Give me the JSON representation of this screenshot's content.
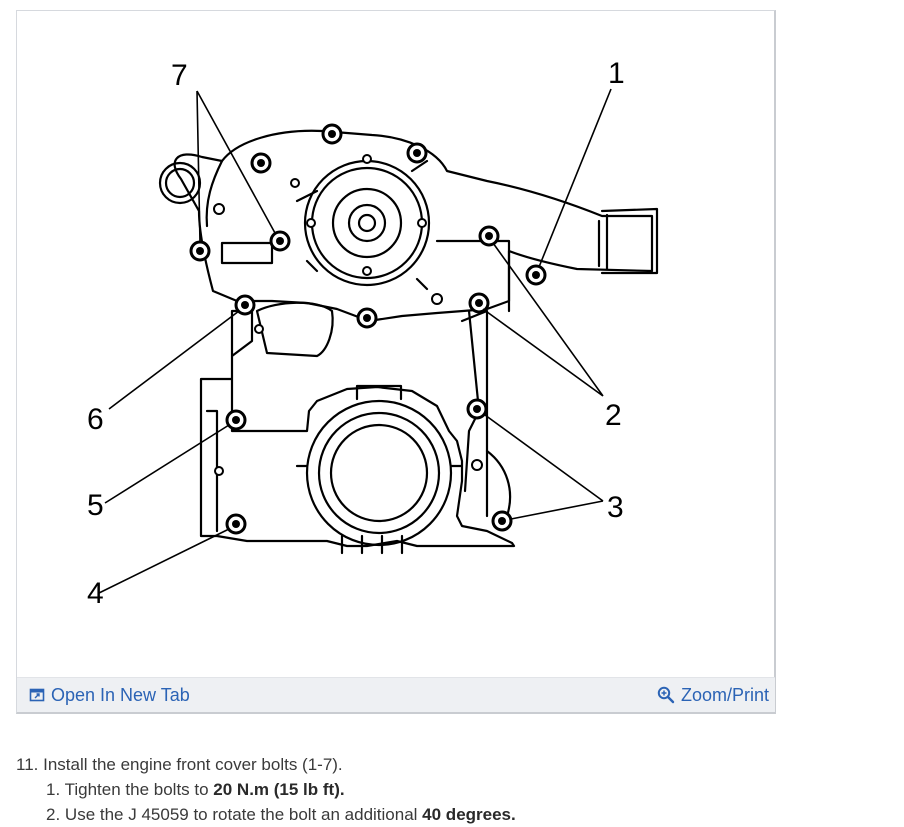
{
  "figure": {
    "callouts": [
      "1",
      "2",
      "3",
      "4",
      "5",
      "6",
      "7"
    ],
    "toolbar": {
      "open_tab_label": "Open In New Tab",
      "zoom_label": "Zoom/Print",
      "link_color": "#2b63b5"
    }
  },
  "instructions": {
    "step_number": "11.",
    "step_text": "Install the engine front cover bolts (1-7).",
    "substeps": [
      {
        "number": "1.",
        "text_before": "Tighten the bolts to ",
        "bold": "20 N.m (15 lb ft)."
      },
      {
        "number": "2.",
        "text_before": "Use the J 45059 to rotate the bolt an additional ",
        "bold": "40 degrees."
      }
    ]
  }
}
